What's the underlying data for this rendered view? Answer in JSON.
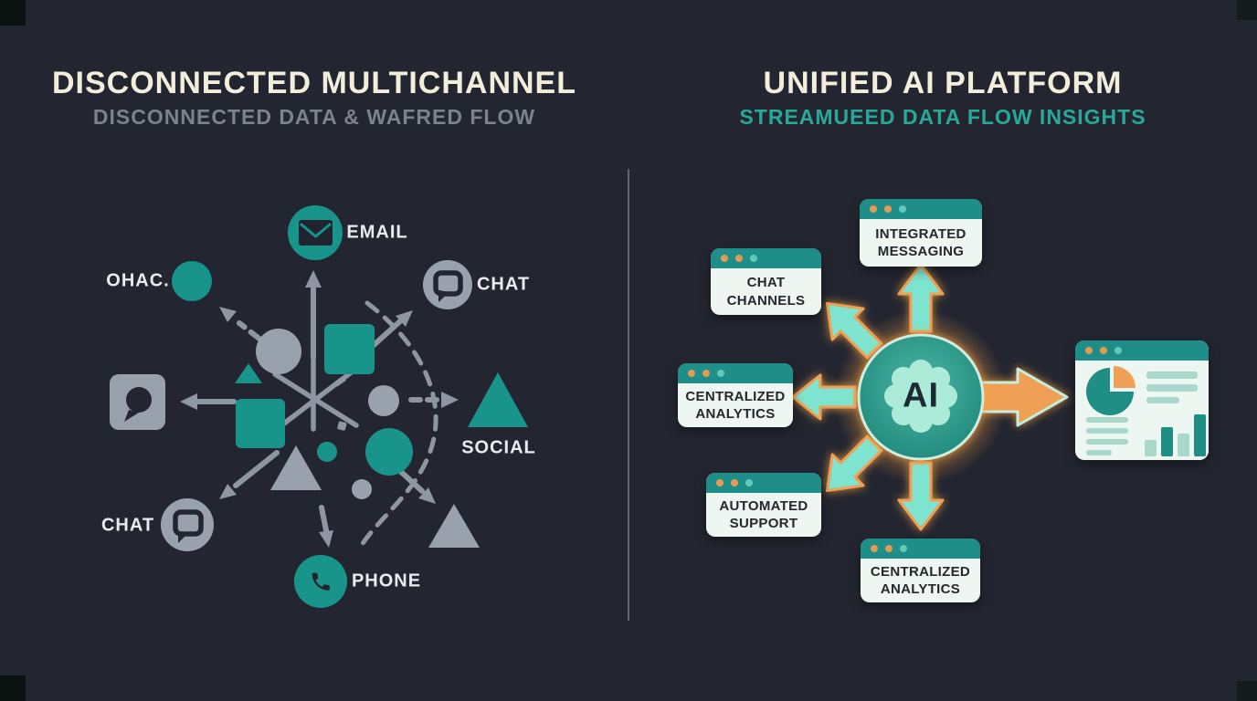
{
  "left_panel": {
    "title": "DISCONNECTED MULTICHANNEL",
    "subtitle": "DISCONNECTED DATA & WAFRED FLOW",
    "labels": {
      "email": "EMAIL",
      "chat_top": "CHAT",
      "ohac": "OHAC.",
      "social": "SOCIAL",
      "chat_bottom": "CHAT",
      "phone": "PHONE"
    }
  },
  "right_panel": {
    "title": "UNIFIED AI PLATFORM",
    "subtitle": "STREAMUEED DATA FLOW INSIGHTS",
    "ai_label": "AI",
    "cards": [
      {
        "label": "CHAT\nCHANNELS"
      },
      {
        "label": "INTEGRATED\nMESSAGING"
      },
      {
        "label": "CENTRALIZED\nANALYTICS"
      },
      {
        "label": "AUTOMATED\nSUPPORT"
      },
      {
        "label": "CENTRALIZED\nANALYTICS"
      }
    ],
    "dashboard_illustration": {
      "bar_heights": [
        18,
        32,
        25,
        46
      ],
      "pie_highlight": "quarter-slice"
    }
  },
  "colors": {
    "background": "#232630",
    "teal_shape": "#19948a",
    "gray_shape": "#99a1ad",
    "arrow_gray": "#8e96a2",
    "card_header_teal": "#1f8e89",
    "card_body": "#eef6f1",
    "mint_arrow": "#7fe4cf",
    "orange_accent": "#f0a054",
    "title_cream": "#f2eedb",
    "subtitle_gray": "#7c818c",
    "subtitle_teal": "#29a89a"
  }
}
